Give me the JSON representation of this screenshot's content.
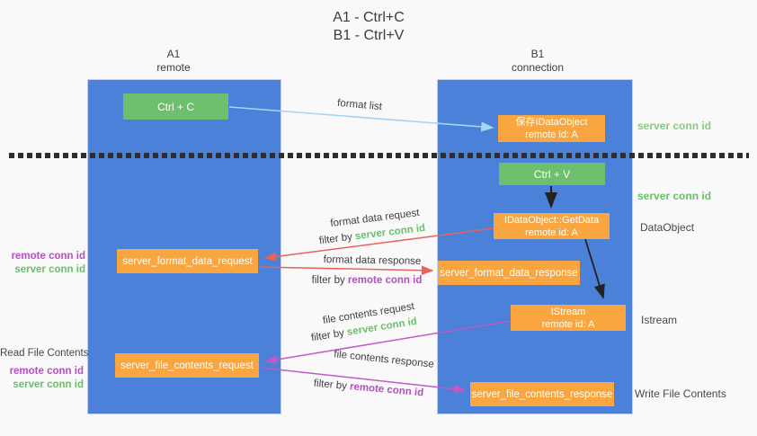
{
  "title": {
    "line1": "A1 - Ctrl+C",
    "line2": "B1 - Ctrl+V"
  },
  "lifelines": [
    {
      "name": "A1",
      "role": "remote"
    },
    {
      "name": "B1",
      "role": "connection"
    }
  ],
  "nodes": {
    "ctrl_c": "Ctrl + C",
    "ctrl_v": "Ctrl + V",
    "save_obj_line1": "保存IDataObject",
    "save_obj_line2": "remote id: A",
    "getdata_line1": "IDataObject::GetData",
    "getdata_line2": "remote id: A",
    "istream_line1": "IStream",
    "istream_line2": "remote id: A",
    "format_request": "server_format_data_request",
    "format_response": "server_format_data_response",
    "file_request": "server_file_contents_request",
    "file_response": "server_file_contents_response"
  },
  "flow": {
    "format_list": "format list",
    "format_data_request": "format data request",
    "format_data_request_filter": {
      "prefix": "filter by ",
      "highlight": "server conn id"
    },
    "format_data_response": "format data response",
    "format_data_response_filter": {
      "prefix": "filter by ",
      "highlight": "remote conn id"
    },
    "file_contents_request": "file contents request",
    "file_contents_request_filter": {
      "prefix": "filter by ",
      "highlight": "server conn id"
    },
    "file_contents_response": "file contents response",
    "file_contents_response_filter": {
      "prefix": "filter by ",
      "highlight": "remote conn id"
    }
  },
  "left_margin": {
    "format": {
      "remote": "remote conn id",
      "server": "server conn id"
    },
    "file": {
      "title": "Read File Contents",
      "remote": "remote conn id",
      "server": "server conn id"
    }
  },
  "right_margin": {
    "save": "server conn id",
    "paste": "server conn id",
    "dataobject": "DataObject",
    "istream": "Istream",
    "write": "Write File Contents"
  },
  "colors": {
    "lifeline_fill": "#4b81d8",
    "green_box": "#6dbf6e",
    "orange_box": "#f9a640",
    "arrow_blue": "#a8d3f2",
    "arrow_red": "#e8635c",
    "arrow_magenta": "#c05ac5",
    "arrow_black": "#222222",
    "text_green": "#6abf69",
    "text_purple": "#b44fc0",
    "text_dark": "#3f3f3f"
  }
}
